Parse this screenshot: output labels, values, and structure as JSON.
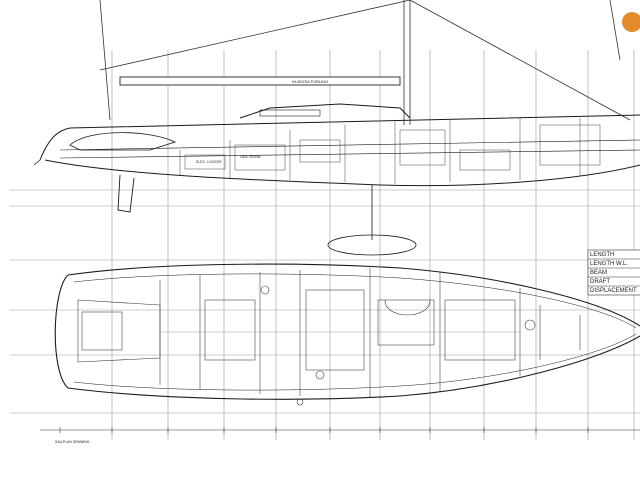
{
  "drawing": {
    "boom_label": "IN-BOOM FURLING",
    "cabin_label_1": "ELEC. LOCKER",
    "cabin_label_2": "GEN. ROOM",
    "title_block": "SAILPLAN DRAWING",
    "specs": [
      {
        "label": "LENGTH",
        "value": ""
      },
      {
        "label": "LENGTH W.L.",
        "value": ""
      },
      {
        "label": "BEAM",
        "value": ""
      },
      {
        "label": "DRAFT",
        "value": ""
      },
      {
        "label": "DISPLACEMENT",
        "value": ""
      }
    ]
  },
  "colors": {
    "line": "#1a1a1a",
    "grid": "#8a8a8a",
    "logo": "#e58a2b"
  },
  "icons": [
    "brand-logo-icon"
  ]
}
